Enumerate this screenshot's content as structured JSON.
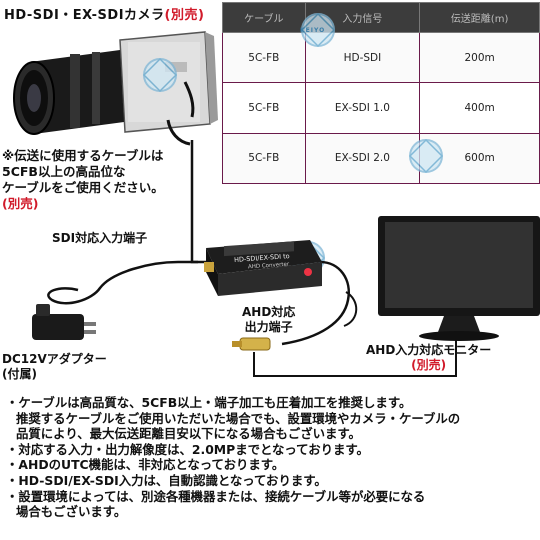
{
  "title": {
    "main": "HD-SDI・EX-SDIカメラ",
    "suffix": "(別売)"
  },
  "camera_note": {
    "lines": [
      "※伝送に使用するケーブルは",
      "5CFB以上の高品位な",
      "ケーブルをご使用ください。"
    ],
    "suffix": "(別売)"
  },
  "labels": {
    "sdi_input": "SDI対応入力端子",
    "ahd_output_line1": "AHD対応",
    "ahd_output_line2": "出力端子",
    "adapter_line1": "DC12Vアダプター",
    "adapter_line2": "(付属)",
    "monitor": "AHD入力対応モニター",
    "monitor_suffix": "(別売)"
  },
  "device": {
    "model": "HD-SDI/EX-SDI to",
    "subtitle": "AHD Converter"
  },
  "table": {
    "headers": [
      "ケーブル",
      "入力信号",
      "伝送距離(m)"
    ],
    "rows": [
      [
        "5C-FB",
        "HD-SDI",
        "200m"
      ],
      [
        "5C-FB",
        "EX-SDI 1.0",
        "400m"
      ],
      [
        "5C-FB",
        "EX-SDI 2.0",
        "600m"
      ]
    ]
  },
  "bullets": [
    {
      "text": "・ケーブルは高品質な、5CFB以上・端子加工も圧着加工を推奨します。",
      "indent": false
    },
    {
      "text": "推奨するケーブルをご使用いただいた場合でも、設置環境やカメラ・ケーブルの",
      "indent": true
    },
    {
      "text": "品質により、最大伝送距離目安以下になる場合もございます。",
      "indent": true
    },
    {
      "text": "・対応する入力・出力解像度は、2.0MPまでとなっております。",
      "indent": false
    },
    {
      "text": "・AHDのUTC機能は、非対応となっております。",
      "indent": false
    },
    {
      "text": "・HD-SDI/EX-SDI入力は、自動認識となっております。",
      "indent": false
    },
    {
      "text": "・設置環境によっては、別途各種機器または、接続ケーブル等が必要になる",
      "indent": false
    },
    {
      "text": "場合もございます。",
      "indent": true
    }
  ],
  "watermark": "KEIYO",
  "colors": {
    "accent_red": "#d11a2a",
    "table_header": "#3c3c3c",
    "cable": "#111111"
  }
}
